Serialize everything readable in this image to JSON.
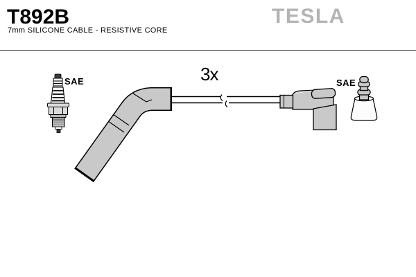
{
  "header": {
    "part_number": "T892B",
    "subtitle": "7mm SILICONE CABLE - RESISTIVE CORE",
    "brand": "TESLA"
  },
  "labels": {
    "quantity": "3x",
    "sae_left": "SAE",
    "sae_right": "SAE"
  },
  "colors": {
    "brand_gray": "#b4b4b4",
    "boot_gray": "#c9c9c9",
    "outline": "#000000",
    "background": "#ffffff"
  }
}
